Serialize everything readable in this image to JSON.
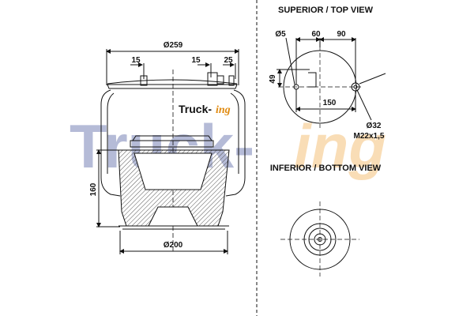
{
  "brand": {
    "watermark_main": "Truck-",
    "watermark_suffix": "ing",
    "logo_main": "Truck-",
    "logo_suffix": "ing"
  },
  "colors": {
    "watermark_blue": "#2e3f8f",
    "watermark_orange": "#f0a030",
    "line": "#111111",
    "hatch": "#555555"
  },
  "side_view": {
    "dim_top": "Ø259",
    "dim_15_left": "15",
    "dim_15_right": "15",
    "dim_25": "25",
    "dim_height": "160",
    "dim_bottom": "Ø200"
  },
  "top_view": {
    "title": "SUPERIOR / TOP VIEW",
    "dim_o5": "Ø5",
    "dim_60": "60",
    "dim_90": "90",
    "dim_49": "49",
    "dim_150": "150",
    "dim_o32": "Ø32",
    "dim_thread": "M22x1,5"
  },
  "bottom_view": {
    "title": "INFERIOR / BOTTOM VIEW"
  }
}
